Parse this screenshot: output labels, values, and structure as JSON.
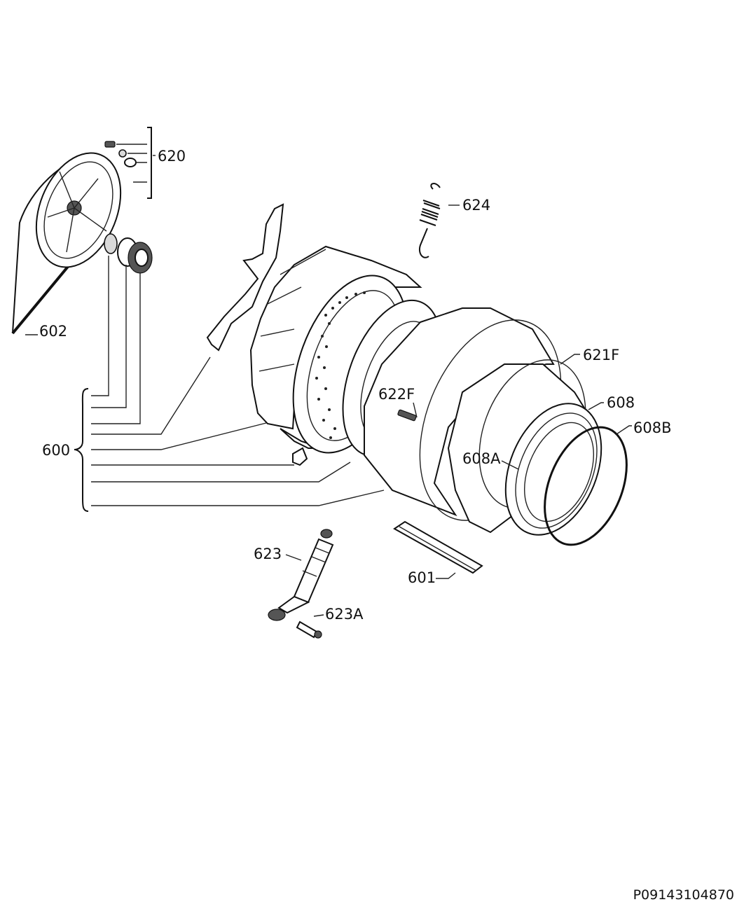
{
  "labels": {
    "l620": "620",
    "l624": "624",
    "l602": "602",
    "l621F": "621F",
    "l608": "608",
    "l608B": "608B",
    "l622F": "622F",
    "l608A": "608A",
    "l600": "600",
    "l623": "623",
    "l601": "601",
    "l623A": "623A"
  },
  "reference_code": "P09143104870"
}
